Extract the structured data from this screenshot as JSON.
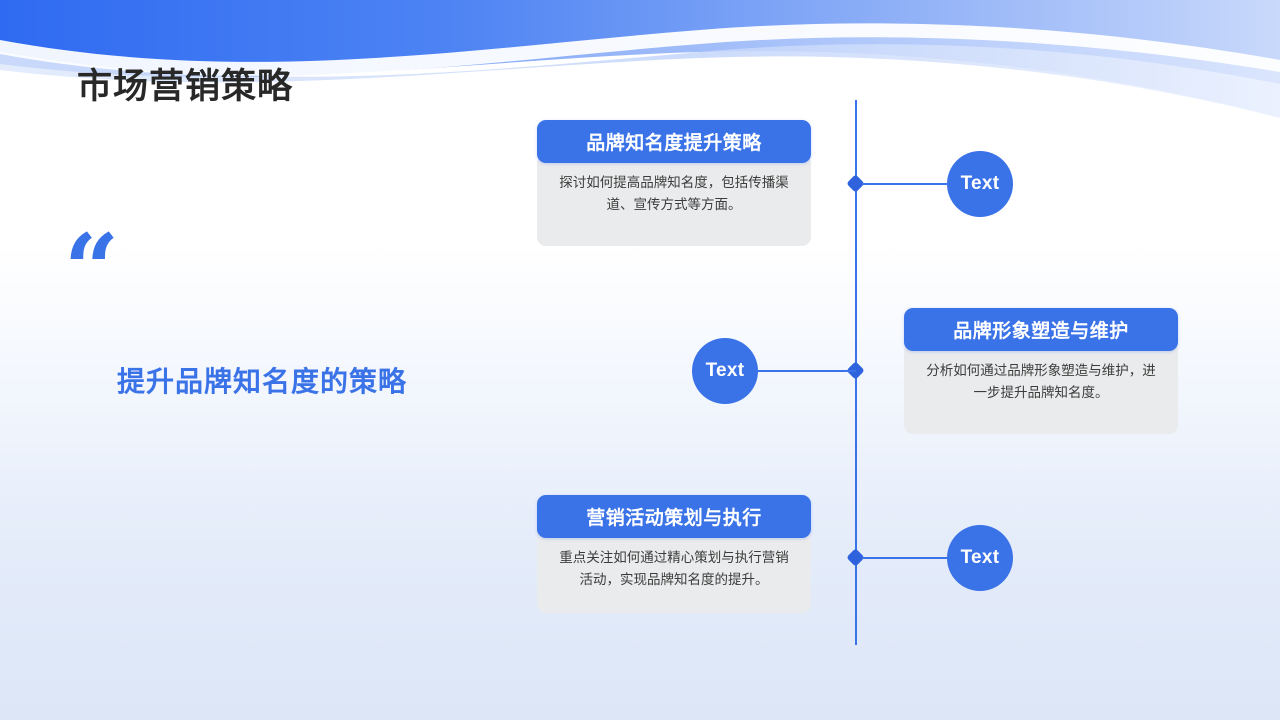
{
  "slide": {
    "title": "市场营销策略",
    "background_top": "#ffffff",
    "background_bottom": "#dce6f7",
    "accent_color": "#3a72e8"
  },
  "quote_block": {
    "quote_mark": "“",
    "headline": "提升品牌知名度的策略"
  },
  "timeline": {
    "nodes": [
      {
        "circle_label": "Text"
      },
      {
        "circle_label": "Text"
      },
      {
        "circle_label": "Text"
      }
    ]
  },
  "cards": [
    {
      "title": "品牌知名度提升策略",
      "body": "探讨如何提高品牌知名度，包括传播渠道、宣传方式等方面。"
    },
    {
      "title": "品牌形象塑造与维护",
      "body": "分析如何通过品牌形象塑造与维护，进一步提升品牌知名度。"
    },
    {
      "title": "营销活动策划与执行",
      "body": "重点关注如何通过精心策划与执行营销活动，实现品牌知名度的提升。"
    }
  ]
}
